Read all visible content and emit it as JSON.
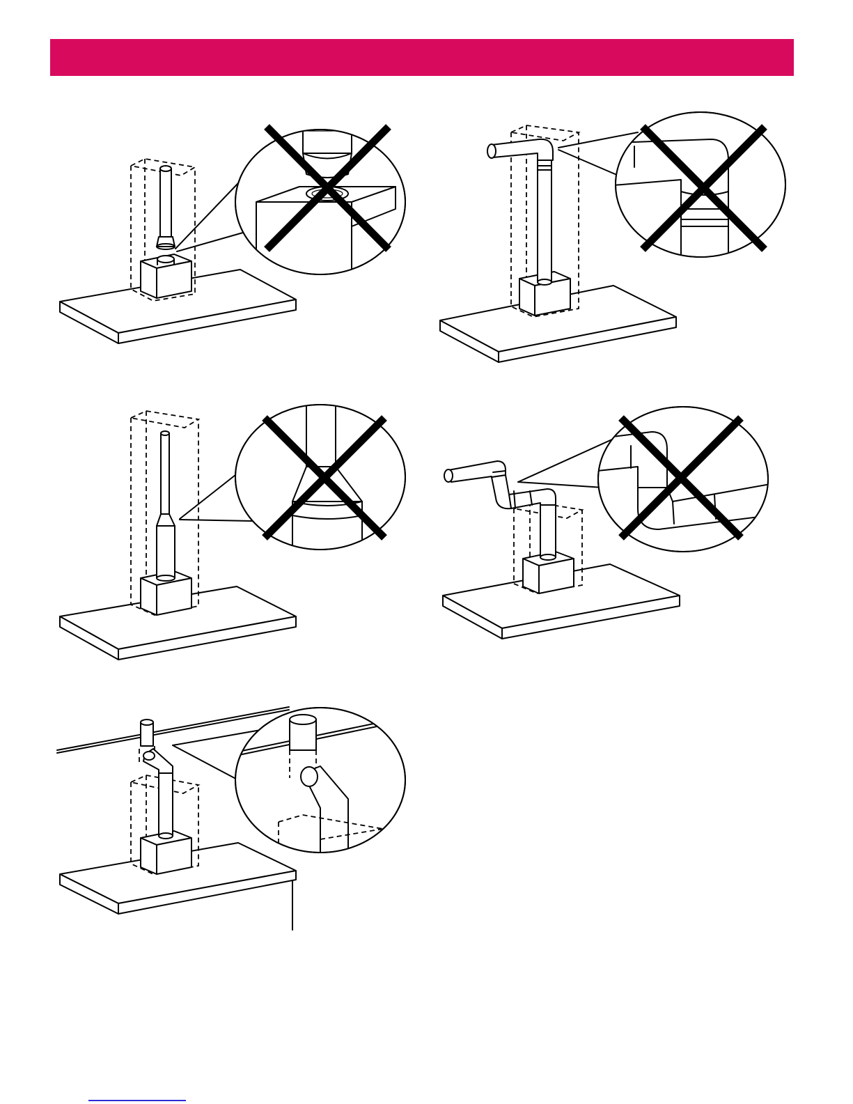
{
  "page": {
    "header_color": "#d80a5e",
    "footer_link_color": "#2b2bd6"
  },
  "figures": [
    {
      "id": "fig-1",
      "verdict": "incorrect",
      "icon": "x-mark-icon"
    },
    {
      "id": "fig-2",
      "verdict": "incorrect",
      "icon": "x-mark-icon"
    },
    {
      "id": "fig-3",
      "verdict": "incorrect",
      "icon": "x-mark-icon"
    },
    {
      "id": "fig-4",
      "verdict": "incorrect",
      "icon": "x-mark-icon"
    },
    {
      "id": "fig-5",
      "verdict": "correct",
      "icon": ""
    }
  ]
}
